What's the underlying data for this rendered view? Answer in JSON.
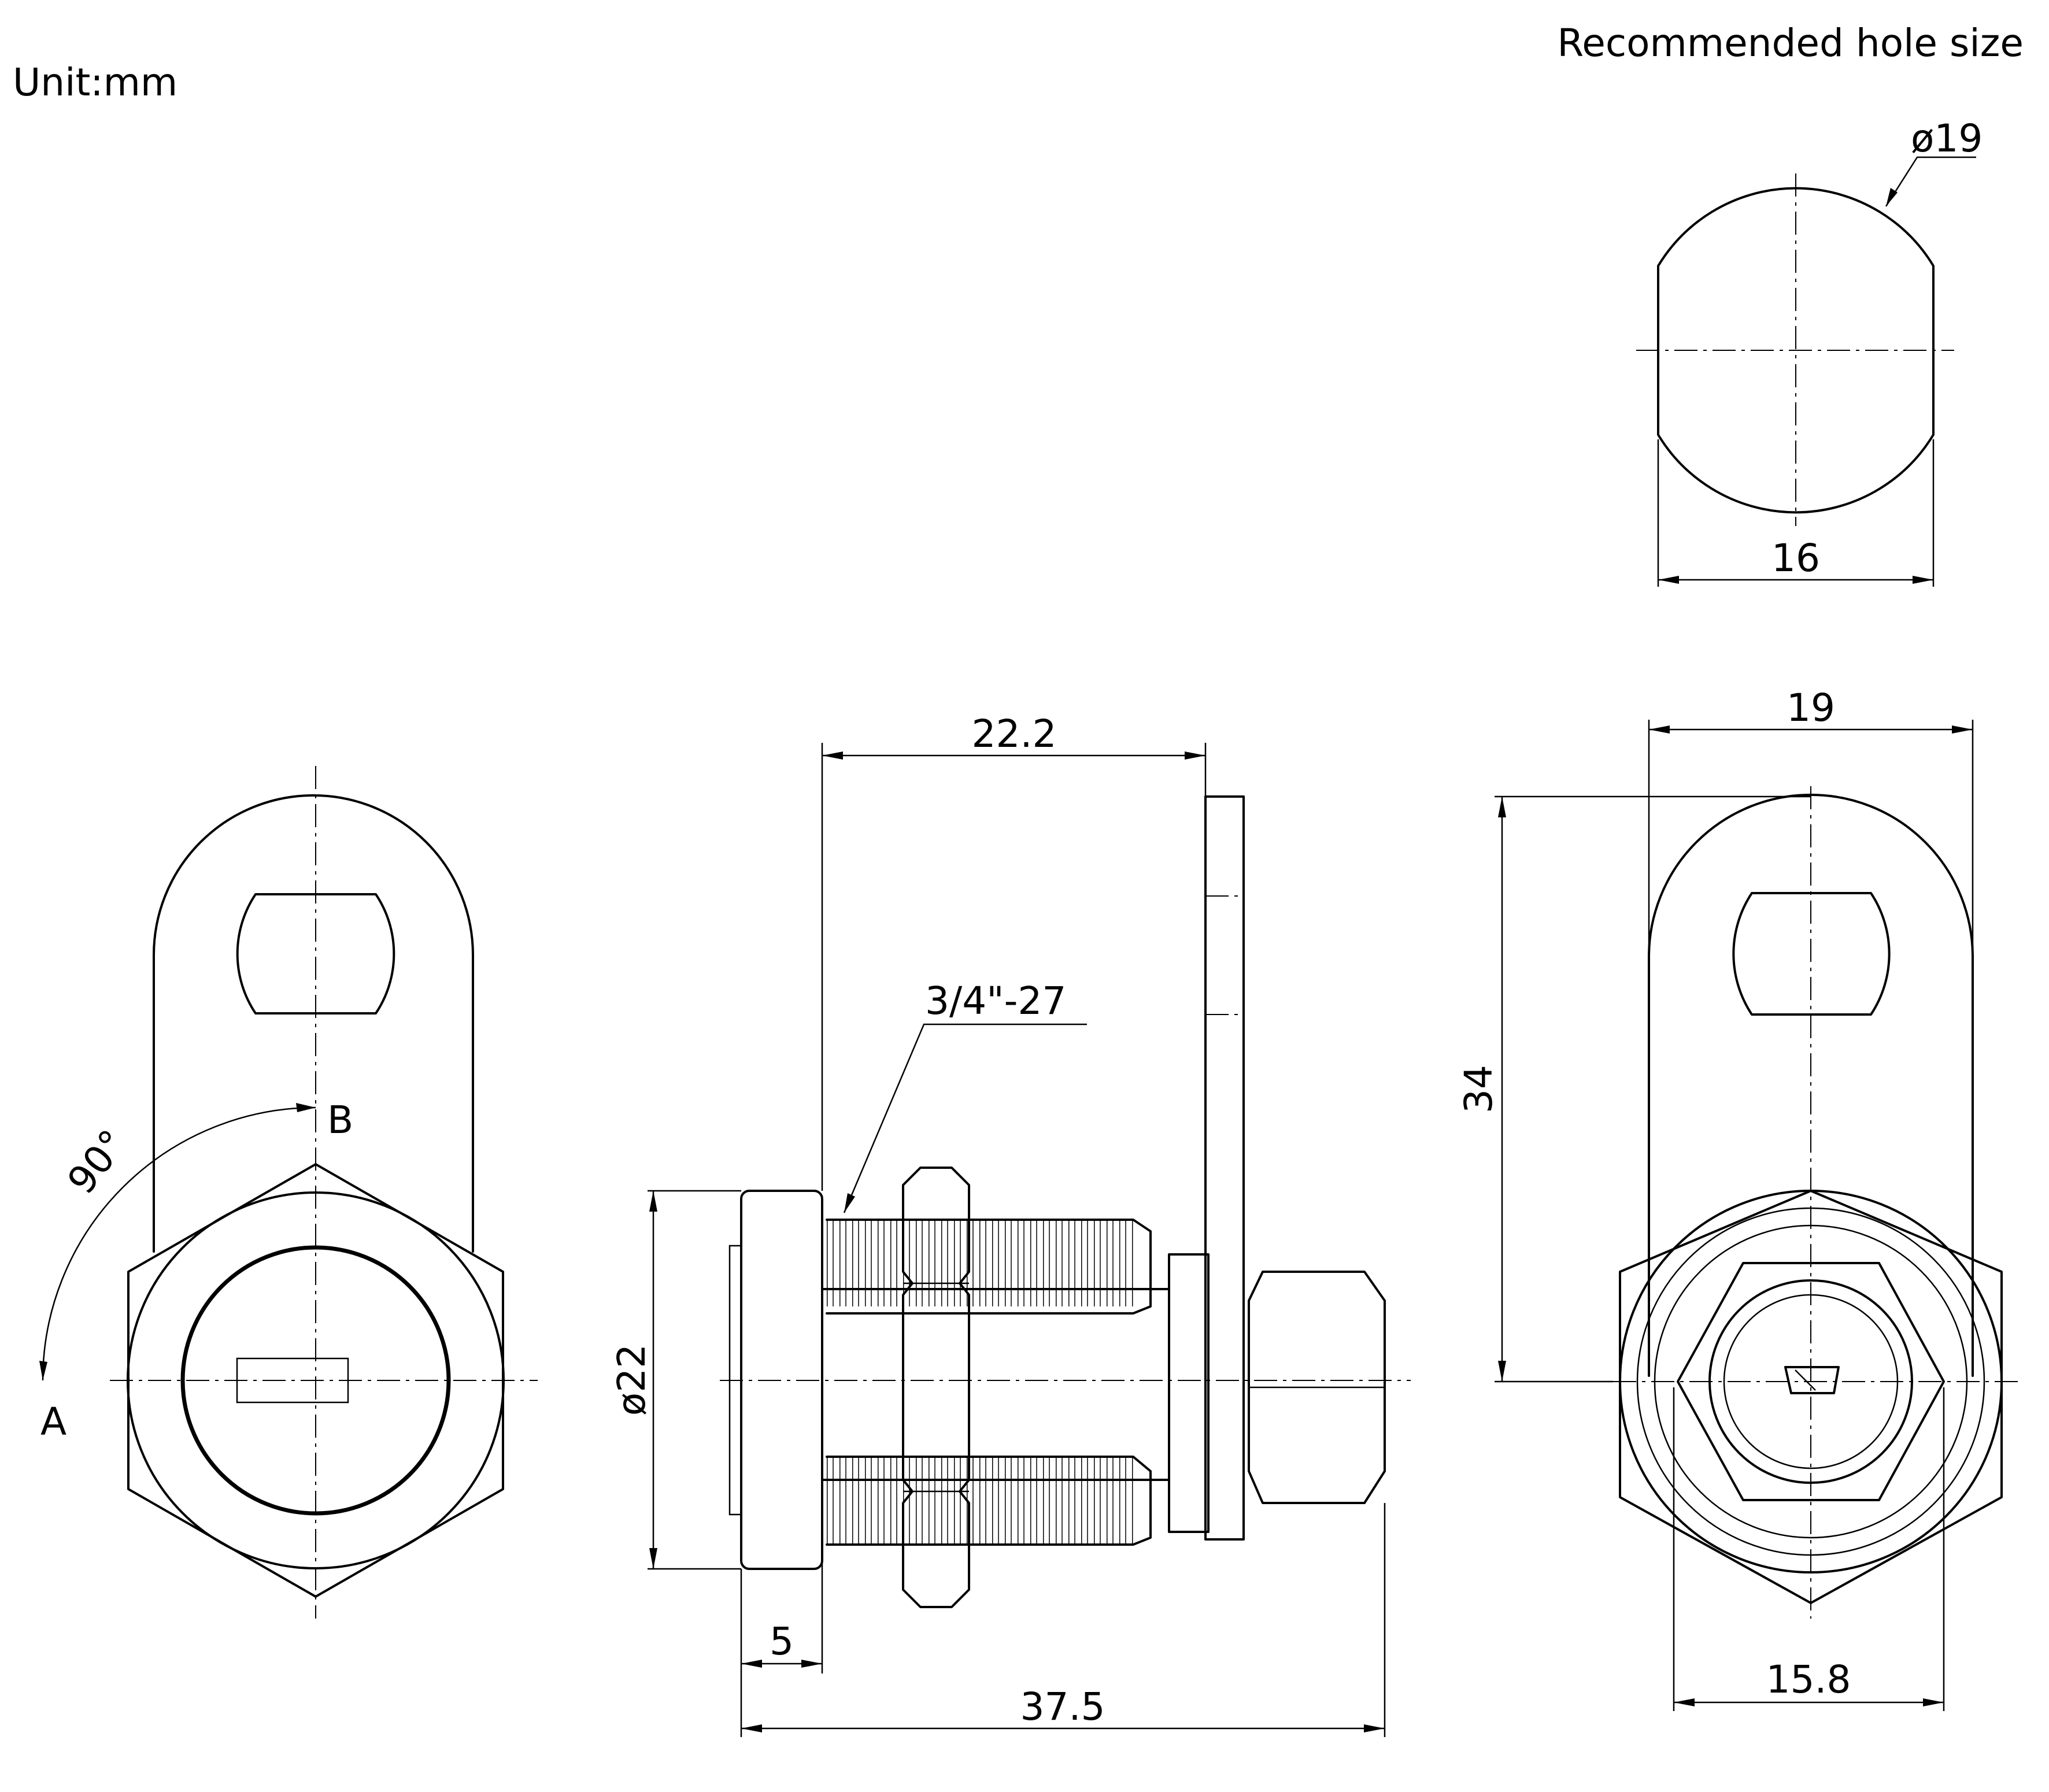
{
  "header": {
    "unit_label": "Unit:mm",
    "hole_title": "Recommended hole size"
  },
  "hole_view": {
    "diameter_label": "ø19",
    "width_label": "16"
  },
  "front_view": {
    "angle_label": "90°",
    "position_a": "A",
    "position_b": "B"
  },
  "side_view": {
    "length_22_2": "22.2",
    "thread_label": "3/4\"-27",
    "diameter_label": "ø22",
    "flange_label": "5",
    "overall_length": "37.5"
  },
  "rear_view": {
    "cam_width": "19",
    "cam_length": "34",
    "nut_width": "15.8"
  }
}
